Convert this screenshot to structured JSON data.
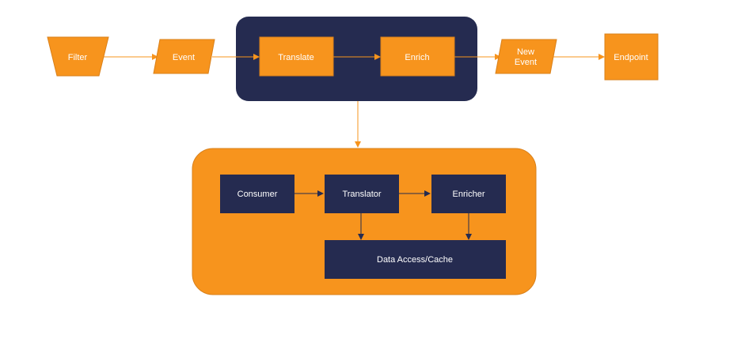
{
  "colors": {
    "orange": "#F7941D",
    "navy": "#252B50",
    "orange_border": "#D9801A",
    "connector": "#F7941D",
    "connector_inner": "#252B50",
    "text": "#FFFFFF"
  },
  "top_flow": {
    "filter": "Filter",
    "event": "Event",
    "translate": "Translate",
    "enrich": "Enrich",
    "new_event_line1": "New",
    "new_event_line2": "Event",
    "endpoint": "Endpoint"
  },
  "detail": {
    "consumer": "Consumer",
    "translator": "Translator",
    "enricher": "Enricher",
    "data_access": "Data Access/Cache"
  }
}
